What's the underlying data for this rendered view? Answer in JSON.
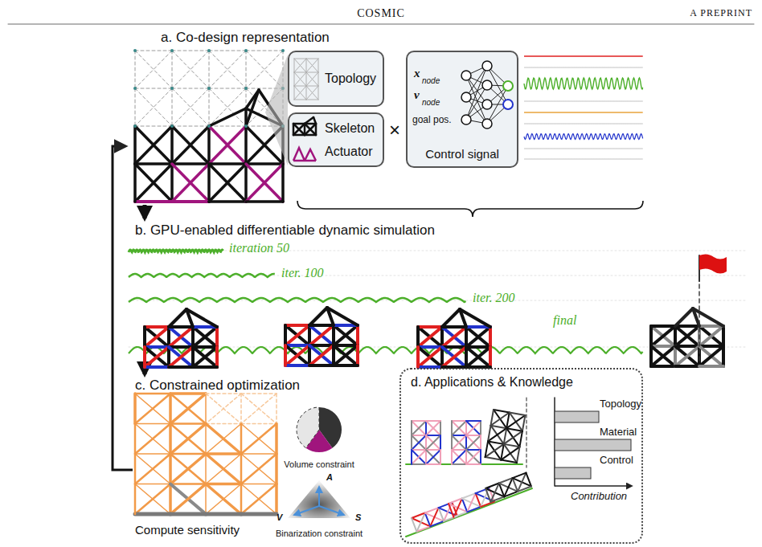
{
  "diagram": {
    "nodes": [
      {
        "text": [
          "Topology"
        ]
      },
      {
        "text": [
          "Skeleton",
          "Actuator"
        ]
      },
      {
        "text": [
          "x",
          "node",
          "v",
          "node",
          "goal pos.",
          "Control signal"
        ]
      },
      {
        "text": [
          "d. Applications & Knowledge"
        ]
      }
    ],
    "labels": [
      "COSMIC",
      "A PREPRINT",
      "a. Co-design representation",
      "×",
      "b. GPU-enabled differentiable dynamic simulation",
      "iteration 50",
      "iter. 100",
      "iter. 200",
      "final",
      "c. Constrained optimization",
      "Compute sensitivity",
      "Volume constraint",
      "A",
      "V",
      "S",
      "Binarization constraint",
      "Topology",
      "Material",
      "Control",
      "Contribution"
    ]
  }
}
